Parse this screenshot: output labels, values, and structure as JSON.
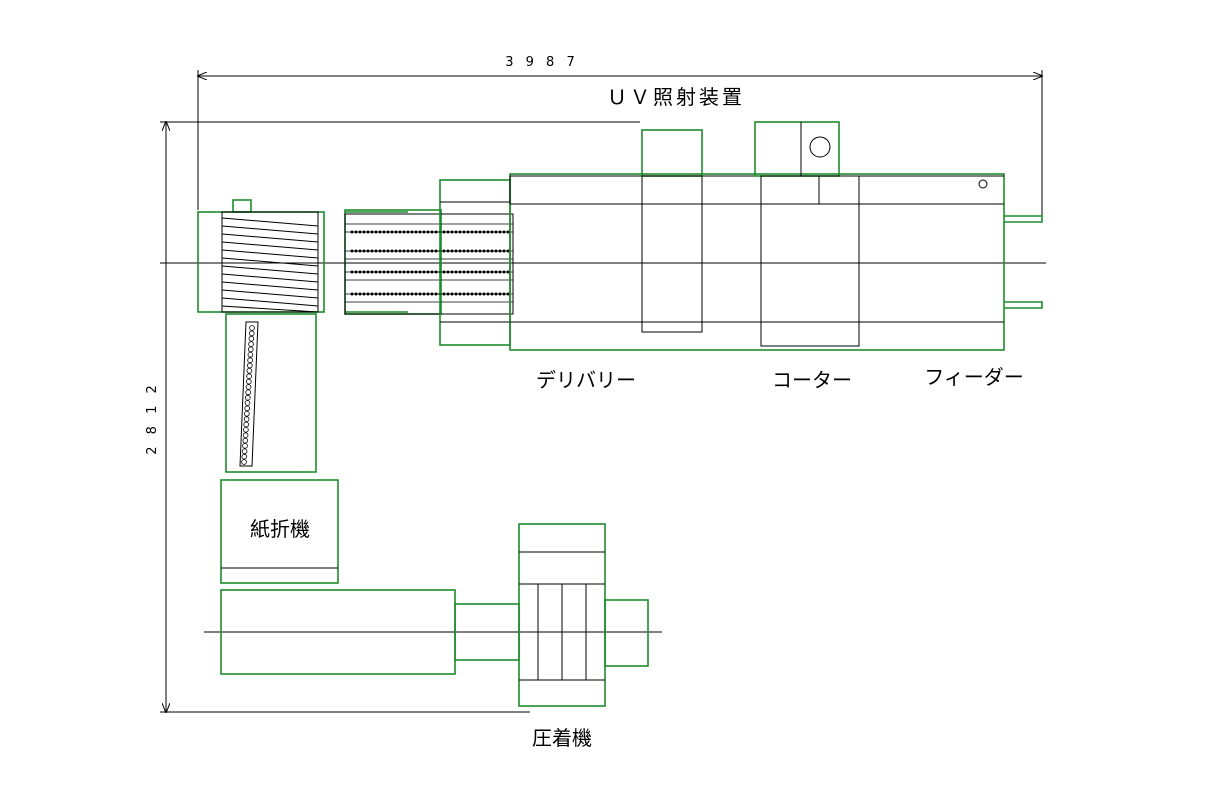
{
  "dimensions": {
    "width_label": "3 9 8 7",
    "height_label": "2 8 1 2"
  },
  "labels": {
    "uv_unit": "ＵＶ照射装置",
    "delivery": "デリバリー",
    "coater": "コーター",
    "feeder": "フィーダー",
    "folder": "紙折機",
    "press": "圧着機"
  },
  "colors": {
    "outline_green": "#1e8c2e",
    "line_black": "#000000"
  }
}
